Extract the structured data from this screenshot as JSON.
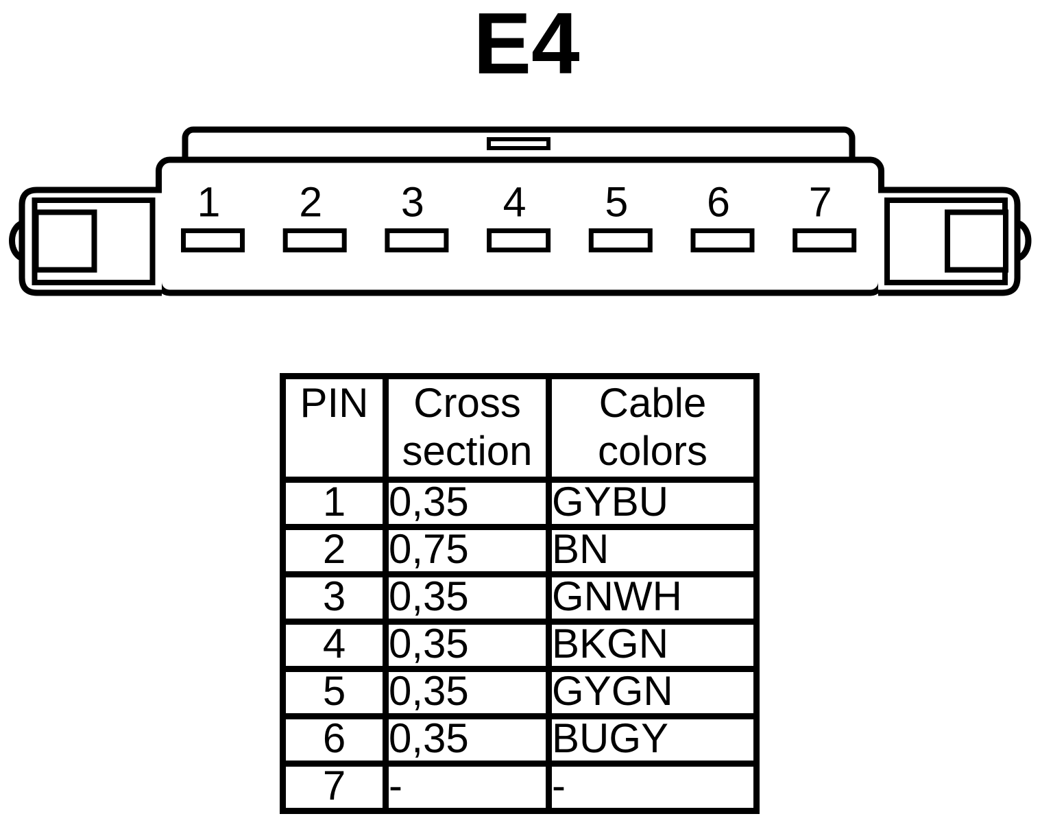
{
  "title": "E4",
  "connector": {
    "pins": [
      "1",
      "2",
      "3",
      "4",
      "5",
      "6",
      "7"
    ]
  },
  "table": {
    "headers": {
      "pin": "PIN",
      "cross_section": "Cross\nsection",
      "cable_colors": "Cable\ncolors"
    },
    "rows": [
      {
        "pin": "1",
        "cross_section": "0,35",
        "cable_color": "GYBU"
      },
      {
        "pin": "2",
        "cross_section": "0,75",
        "cable_color": "BN"
      },
      {
        "pin": "3",
        "cross_section": "0,35",
        "cable_color": "GNWH"
      },
      {
        "pin": "4",
        "cross_section": "0,35",
        "cable_color": "BKGN"
      },
      {
        "pin": "5",
        "cross_section": "0,35",
        "cable_color": "GYGN"
      },
      {
        "pin": "6",
        "cross_section": "0,35",
        "cable_color": "BUGY"
      },
      {
        "pin": "7",
        "cross_section": "-",
        "cable_color": "-"
      }
    ]
  },
  "colors": {
    "line": "#000000",
    "background": "#ffffff"
  }
}
